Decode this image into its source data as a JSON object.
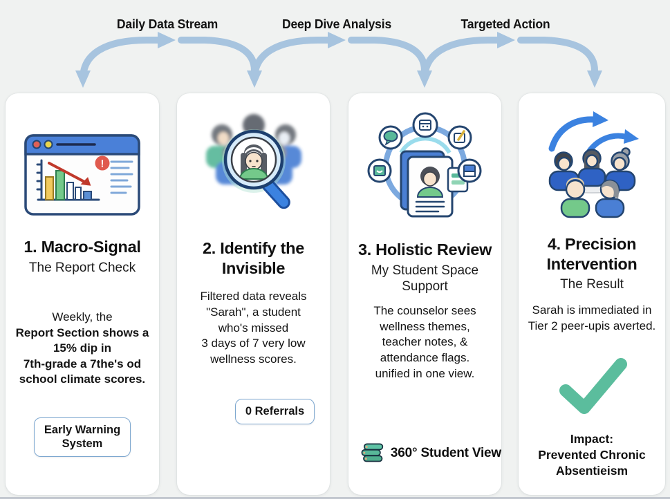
{
  "flow_labels": [
    {
      "label": "Daily Data Stream"
    },
    {
      "label": "Deep Dive Analysis"
    },
    {
      "label": "Targeted Action"
    }
  ],
  "cards": [
    {
      "title": "1. Macro-Signal",
      "subtitle": "The Report Check",
      "body_intro": "Weekly, the",
      "body_emphasis": "Report Section shows a\n15% dip in\n7th-grade a 7the's od\nschool climate scores.",
      "badge": "Early Warning\nSystem",
      "icon": "report-dashboard"
    },
    {
      "title": "2. Identify the\nInvisible",
      "body": "Filtered data reveals\n\"Sarah\", a student\nwho's missed\n3 days of 7 very low\nwellness scores.",
      "badge": "0 Referrals",
      "icon": "magnifier-student"
    },
    {
      "title": "3. Holistic Review",
      "subtitle": "My Student Space\nSupport",
      "body": "The counselor sees\nwellness themes,\nteacher notes, &\nattendance flags.\nunified in one view.",
      "footer_label": "360° Student View",
      "icon": "student-profile-hub"
    },
    {
      "title": "4. Precision\nIntervention",
      "subtitle": "The Result",
      "body": "Sarah is immediated in\nTier 2 peer-upis averted.",
      "impact": "Impact:\nPrevented Chronic\nAbsentieism",
      "icon": "team-meeting"
    }
  ],
  "colors": {
    "flow_arrow": "#a7c4df",
    "accent_blue": "#3b82e0",
    "window_blue": "#4a80d8",
    "teal": "#58b899",
    "check_green": "#5bbd9d",
    "alert_red": "#e05a4e",
    "badge_border": "#7ea8d0",
    "bar_yellow": "#f2ca5e",
    "bar_green": "#74c98a",
    "card_background": "#ffffff",
    "page_background": "#f0f2f1"
  }
}
